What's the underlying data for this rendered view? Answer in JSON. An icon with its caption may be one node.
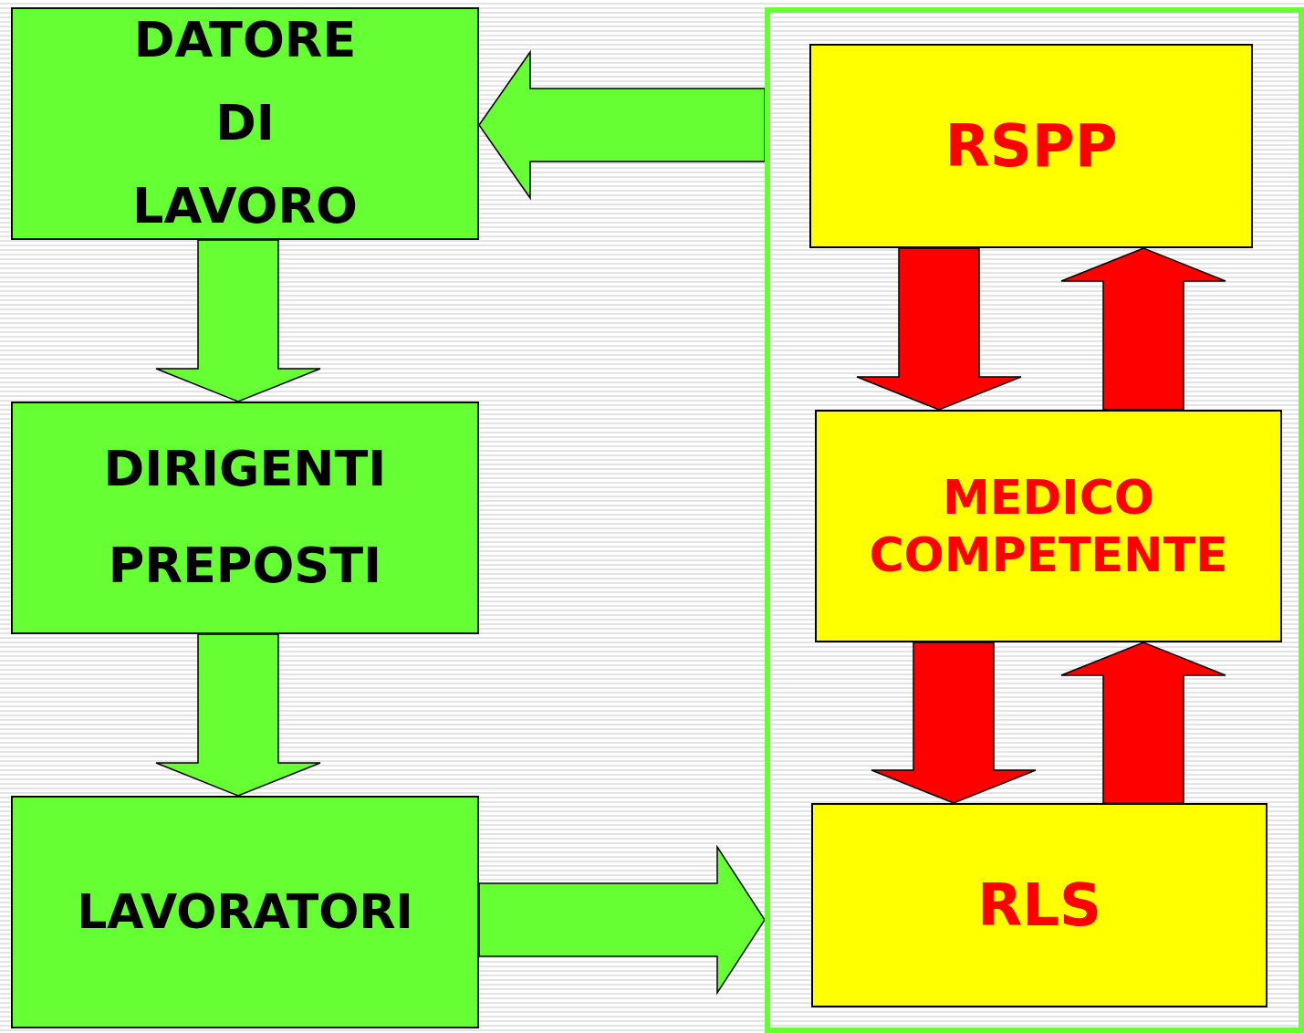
{
  "diagram": {
    "nodes": [
      {
        "text": [
          "DATORE DI LAVORO"
        ]
      },
      {
        "text": [
          "DIRIGENTI",
          "PREPOSTI"
        ]
      },
      {
        "text": [
          "LAVORATORI"
        ]
      },
      {
        "text": [],
        "shape": "box"
      },
      {
        "text": [
          "RSPP"
        ],
        "in": 3
      },
      {
        "text": [
          "MEDICO COMPETENTE"
        ],
        "in": 3
      },
      {
        "text": [
          "RLS"
        ],
        "in": 3
      }
    ],
    "edges": [
      {
        "from": 0,
        "to": 1,
        "arrow": "to",
        "style": "thick",
        "color": "#66ff33"
      },
      {
        "from": 1,
        "to": 2,
        "arrow": "to",
        "style": "thick",
        "color": "#66ff33"
      },
      {
        "from": 3,
        "to": 0,
        "arrow": "to",
        "style": "thick",
        "color": "#66ff33"
      },
      {
        "from": 2,
        "to": 3,
        "arrow": "to",
        "style": "thick",
        "color": "#66ff33"
      },
      {
        "from": 4,
        "to": 5,
        "arrow": "to",
        "style": "thick",
        "color": "#ff0000"
      },
      {
        "from": 5,
        "to": 4,
        "arrow": "to",
        "style": "thick",
        "color": "#ff0000"
      },
      {
        "from": 5,
        "to": 6,
        "arrow": "to",
        "style": "thick",
        "color": "#ff0000"
      },
      {
        "from": 6,
        "to": 5,
        "arrow": "to",
        "style": "thick",
        "color": "#ff0000"
      }
    ]
  }
}
